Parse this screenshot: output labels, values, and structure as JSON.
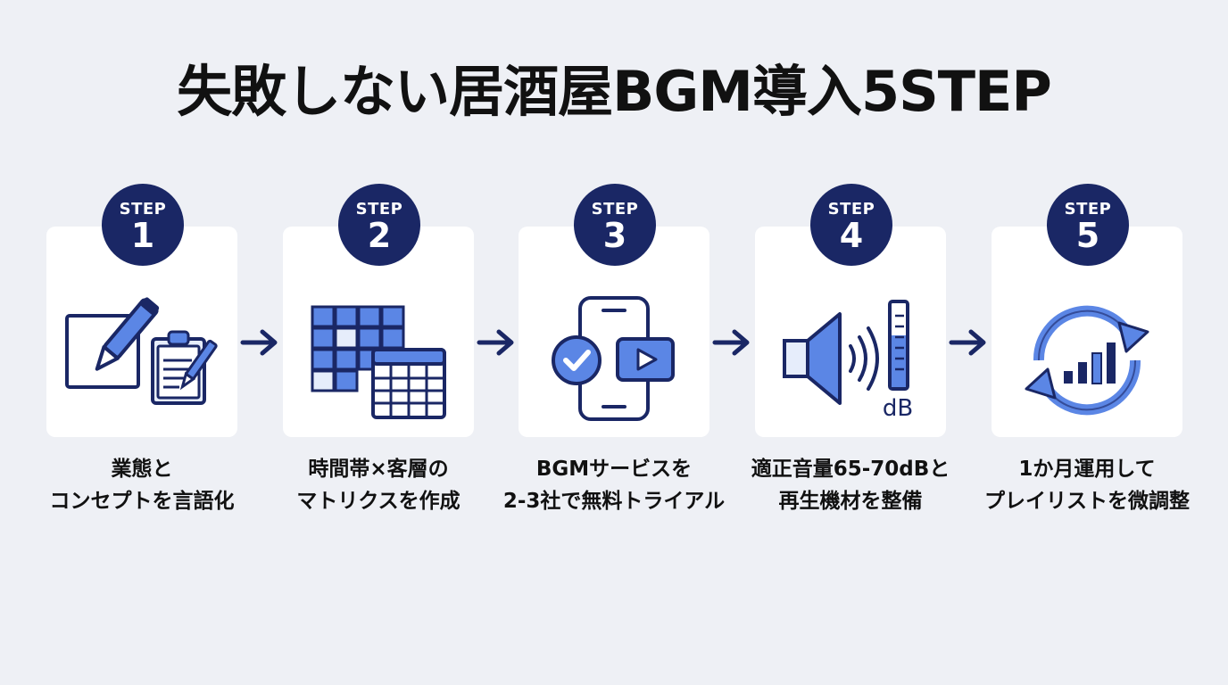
{
  "title": "失敗しない居酒屋BGM導入5STEP",
  "colors": {
    "navy": "#1a2765",
    "accent": "#5b86e5",
    "light": "#e6edfb",
    "background": "#eef0f5"
  },
  "steps": [
    {
      "label": "STEP",
      "number": "1",
      "icon": "notepad-clipboard-icon",
      "caption": [
        "業態と",
        "コンセプトを言語化"
      ]
    },
    {
      "label": "STEP",
      "number": "2",
      "icon": "grid-table-icon",
      "caption": [
        "時間帯×客層の",
        "マトリクスを作成"
      ]
    },
    {
      "label": "STEP",
      "number": "3",
      "icon": "smartphone-play-icon",
      "caption": [
        "BGMサービスを",
        "2-3社で無料トライアル"
      ]
    },
    {
      "label": "STEP",
      "number": "4",
      "icon": "speaker-volume-icon",
      "caption": [
        "適正音量65-70dBと",
        "再生機材を整備"
      ],
      "icon_text": "dB"
    },
    {
      "label": "STEP",
      "number": "5",
      "icon": "refresh-chart-icon",
      "caption": [
        "1か月運用して",
        "プレイリストを微調整"
      ]
    }
  ]
}
